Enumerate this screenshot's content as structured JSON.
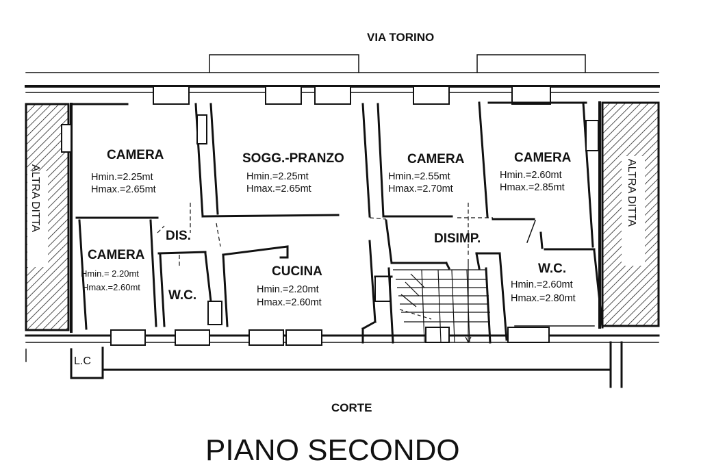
{
  "labels": {
    "street_top": "VIA TORINO",
    "street_bottom": "CORTE",
    "side_left": "ALTRA DITTA",
    "side_right": "ALTRA DITTA",
    "floor_title": "PIANO SECONDO",
    "dis": "DIS.",
    "disimp": "DISIMP.",
    "lc": "L.C"
  },
  "rooms": [
    {
      "name": "CAMERA",
      "hmin": "Hmin.=2.25mt",
      "hmax": "Hmax.=2.65mt"
    },
    {
      "name": "SOGG.-PRANZO",
      "hmin": "Hmin.=2.25mt",
      "hmax": "Hmax.=2.65mt"
    },
    {
      "name": "CAMERA",
      "hmin": "Hmin.=2.55mt",
      "hmax": "Hmax.=2.70mt"
    },
    {
      "name": "CAMERA",
      "hmin": "Hmin.=2.60mt",
      "hmax": "Hmax.=2.85mt"
    },
    {
      "name": "CAMERA",
      "hmin": "Hmin.= 2.20mt",
      "hmax": "Hmax.=2.60mt"
    },
    {
      "name": "W.C."
    },
    {
      "name": "CUCINA",
      "hmin": "Hmin.=2.20mt",
      "hmax": "Hmax.=2.60mt"
    },
    {
      "name": "W.C.",
      "hmin": "Hmin.=2.60mt",
      "hmax": "Hmax.=2.80mt"
    }
  ]
}
